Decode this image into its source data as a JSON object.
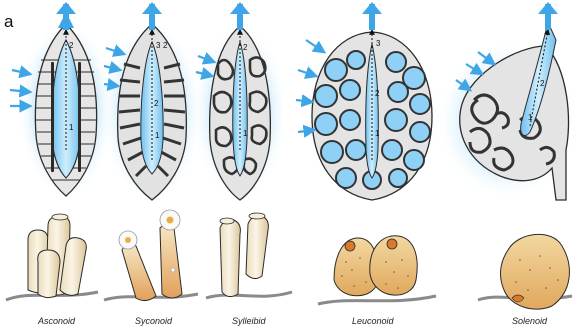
{
  "figure": {
    "panel_letter": "a",
    "colors": {
      "water_flow": "#3ea6e6",
      "glow": "#7cc8f4",
      "body_fill": "#e4e4e4",
      "outline": "#2b2b2b",
      "cell_dark": "#333333",
      "illustration_cream": "#f4ead2",
      "illustration_tan": "#e8c88c",
      "substrate": "#8a8a8a"
    },
    "types": [
      {
        "label": "Asconoid",
        "flow_steps": [
          "1",
          "2"
        ]
      },
      {
        "label": "Syconoid",
        "flow_steps": [
          "1",
          "2",
          "3",
          "2"
        ]
      },
      {
        "label": "Sylleibid",
        "flow_steps": [
          "1",
          "2"
        ]
      },
      {
        "label": "Leuconoid",
        "flow_steps": [
          "1",
          "2",
          "3"
        ]
      },
      {
        "label": "Solenoid",
        "flow_steps": [
          "2",
          "1"
        ]
      }
    ]
  }
}
